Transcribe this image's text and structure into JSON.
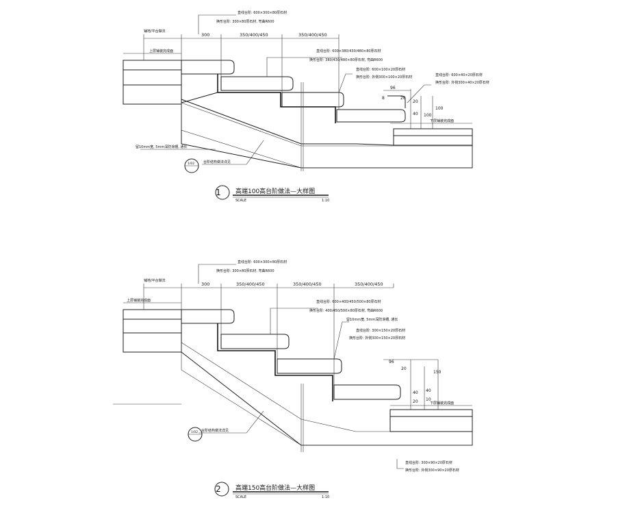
{
  "details": [
    {
      "number": "1",
      "title": "高端100高台阶做法—大样图",
      "scale_label": "SCALE",
      "scale_value": "1:10",
      "dims_top": [
        "300",
        "350/400/450",
        "350/400/450"
      ],
      "left_label": "铺地/平台做法",
      "upper_paving": "上层铺装完成面",
      "lower_paving": "下层铺装完成面",
      "callouts": [
        "直线台阶: 600×300×80厚石材",
        "换形台阶: 300×80厚石材, 弯曲R600",
        "直线台阶: 600×380/430/480×80厚石材",
        "换形台阶: 380/430/480×80厚石材, 弯曲R600",
        "直线台阶: 600×100×20厚石材",
        "换形台阶: 外侧300×100×20厚石材",
        "直线台阶: 600×40×20厚石材",
        "换形台阶: 外侧300×40×20厚石材",
        "留10mm宽, 5mm深防滑槽, 通长",
        "台阶结构做法详见"
      ],
      "dims_side": [
        "96",
        "20",
        "8",
        "40",
        "20",
        "100",
        "100"
      ],
      "ref_tag": "1/02"
    },
    {
      "number": "2",
      "title": "高端150高台阶做法—大样图",
      "scale_label": "SCALE",
      "scale_value": "1:10",
      "dims_top": [
        "300",
        "350/400/450",
        "350/400/450",
        "350/400/450"
      ],
      "left_label": "铺地/平台做法",
      "upper_paving": "上层铺装完成面",
      "lower_paving": "下层铺装完成面",
      "callouts": [
        "直线台阶: 600×300×80厚石材",
        "换形台阶: 300×80厚石材, 弯曲R600",
        "直线台阶: 600×400/450/500×80厚石材",
        "换形台阶: 400/450/500×80厚石材, 弯曲R600",
        "留10mm宽, 5mm深防滑槽, 通长",
        "直线台阶: 300×150×20厚石材",
        "换形台阶: 外侧300×150×20厚石材",
        "台阶结构做法详见",
        "直线台阶: 300×90×20厚石材",
        "换形台阶: 外侧300×90×20厚石材"
      ],
      "dims_side": [
        "96",
        "20",
        "40",
        "20",
        "150",
        "10",
        "40"
      ],
      "ref_tag": "1/02"
    }
  ]
}
